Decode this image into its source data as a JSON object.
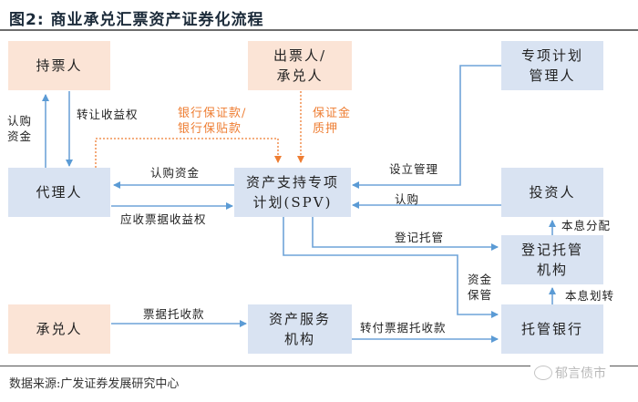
{
  "header": {
    "title": "图2:  商业承兑汇票资产证券化流程"
  },
  "colors": {
    "peach_box": "#fbe4d6",
    "blue_box": "#d9e3f2",
    "arrow_blue": "#6fa3d8",
    "arrow_orange": "#ee7d32"
  },
  "nodes": {
    "holder": "持票人",
    "drawer_acceptor": "出票人/\n承兑人",
    "plan_manager": "专项计划\n管理人",
    "agent": "代理人",
    "spv": "资产支持专项\n计划(SPV)",
    "investor": "投资人",
    "registry": "登记托管\n机构",
    "acceptor": "承兑人",
    "servicer": "资产服务\n机构",
    "custodian_bank": "托管银行"
  },
  "edges": {
    "subscribe_funds_left": "认购\n资金",
    "transfer_income_right": "转让收益权",
    "bank_guarantee": "银行保证款/\n银行保贴款",
    "margin_pledge": "保证金\n质押",
    "subscribe_funds": "认购资金",
    "receivable_income_right": "应收票据收益权",
    "establish_manage": "设立管理",
    "subscribe": "认购",
    "register_custody": "登记托管",
    "principal_interest_distribution": "本息分配",
    "fund_custody": "资金\n保管",
    "principal_interest_transfer": "本息划转",
    "bill_collection": "票据托收款",
    "transfer_bill_collection": "转付票据托收款"
  },
  "footer": {
    "source": "数据来源:广发证券发展研究中心",
    "watermark": "郁言债市"
  }
}
